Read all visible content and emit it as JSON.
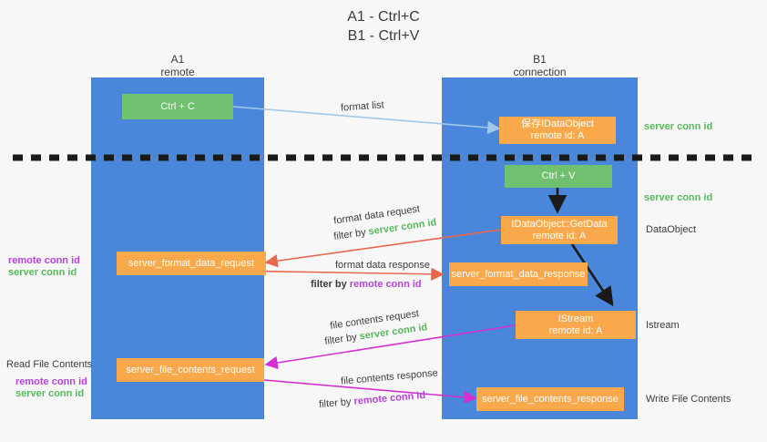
{
  "title": {
    "line1": "A1 - Ctrl+C",
    "line2": "B1 - Ctrl+V"
  },
  "lanes": [
    {
      "name": "A1",
      "sub": "remote"
    },
    {
      "name": "B1",
      "sub": "connection"
    }
  ],
  "boxes": {
    "ctrl_c": "Ctrl + C",
    "ctrl_v": "Ctrl + V",
    "save_idataobject_line1": "保存IDataObject",
    "save_idataobject_line2": "remote id: A",
    "getdata_line1": "IDataObject::GetData",
    "getdata_line2": "remote id: A",
    "istream_line1": "IStream",
    "istream_line2": "remote id: A",
    "server_format_data_request": "server_format_data_request",
    "server_format_data_response": "server_format_data_response",
    "server_file_contents_request": "server_file_contents_request",
    "server_file_contents_response": "server_file_contents_response"
  },
  "right_labels": {
    "server_conn_id_1": "server conn id",
    "server_conn_id_2": "server conn id",
    "dataobject": "DataObject",
    "istream": "Istream",
    "write_file_contents": "Write File Contents"
  },
  "left_labels": {
    "remote_conn_id_1": "remote conn id",
    "server_conn_id_1": "server conn id",
    "read_file_contents": "Read File Contents",
    "remote_conn_id_2": "remote conn id",
    "server_conn_id_2": "server conn id"
  },
  "annotations": {
    "format_list": "format list",
    "format_data_request": "format data request",
    "format_data_request_filter_pre": "filter by ",
    "format_data_request_filter_key": "server conn id",
    "format_data_response": "format data response",
    "format_data_response_filter_pre": "filter by ",
    "format_data_response_filter_key": "remote conn id",
    "file_contents_request": "file contents request",
    "file_contents_request_filter_pre": "filter by ",
    "file_contents_request_filter_key": "server conn id",
    "file_contents_response": "file contents response",
    "file_contents_response_filter_pre": "filter by ",
    "file_contents_response_filter_key": "remote conn id"
  },
  "colors": {
    "lane": "#4a86d9",
    "box_orange": "#f9a94c",
    "box_green": "#6fc06f",
    "text_green": "#57b85c",
    "text_purple": "#b444d8",
    "arrow_red": "#e8674f",
    "arrow_magenta": "#d42fd4",
    "arrow_lightblue": "#9fc8ea",
    "arrow_black": "#1a1a1a",
    "background": "#f7f7f7"
  }
}
